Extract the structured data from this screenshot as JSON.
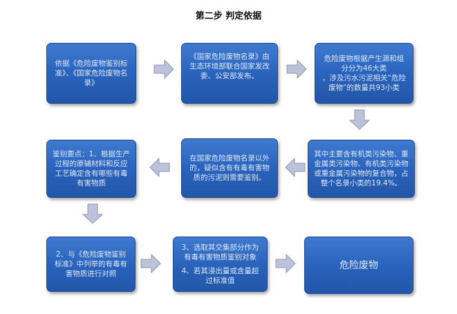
{
  "title": "第二步 判定依据",
  "boxes": {
    "b1": "依据《危险废物鉴别标准》、《国家危险废物名录》",
    "b2": "《国家危险废物名录》由生态环境部联合国家发改委、公安部发布。",
    "b3": "危险废物根据产生源和组分分为46大类\n，涉及污水污泥相关“危险废物”的数量共93小类",
    "b4": "其中主要含有机类污染物、重金属类污染物、有机类污染物或重金属污染物的复合物，占整个名录小类的19.4%。",
    "b5": "在国家危险废物名录以外的，疑似含有有毒有害物质的污泥则需要鉴别。",
    "b6": "鉴别要点：1、根据生产过程的原辅材料和反应工艺确定含有哪些有毒有害物质",
    "b7": "2、与《危险废物鉴别标准》中列举的有毒有害物质进行对照",
    "b8a": "3、选取其交集部分作为有毒有害物质鉴别对象",
    "b8b": "4、若其浸出量或含量超过标准值",
    "b9": "危险废物"
  },
  "colors": {
    "box": "#2a63bd",
    "arrow": "#b9bfd6"
  }
}
